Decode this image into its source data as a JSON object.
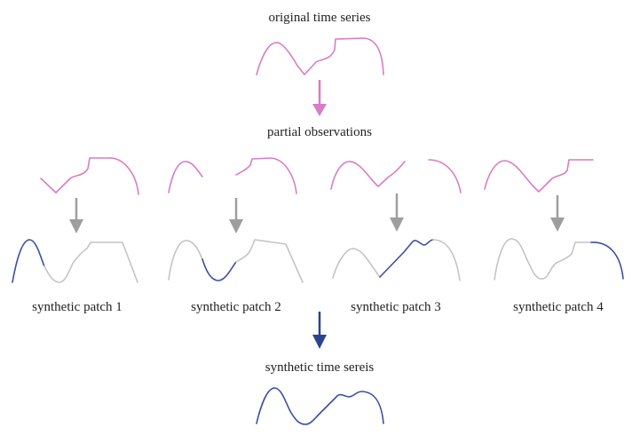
{
  "labels": {
    "original": "original time series",
    "partial": "partial observations",
    "patch1": "synthetic patch 1",
    "patch2": "synthetic patch 2",
    "patch3": "synthetic patch 3",
    "patch4": "synthetic patch 4",
    "result": "synthetic time sereis"
  },
  "colors": {
    "observed": "#d97cc6",
    "synthetic": "#3b4ea3",
    "context": "#c4c4c4",
    "arrow_pink": "#d97cc6",
    "arrow_gray": "#9e9e9e",
    "arrow_blue": "#2a4590"
  }
}
